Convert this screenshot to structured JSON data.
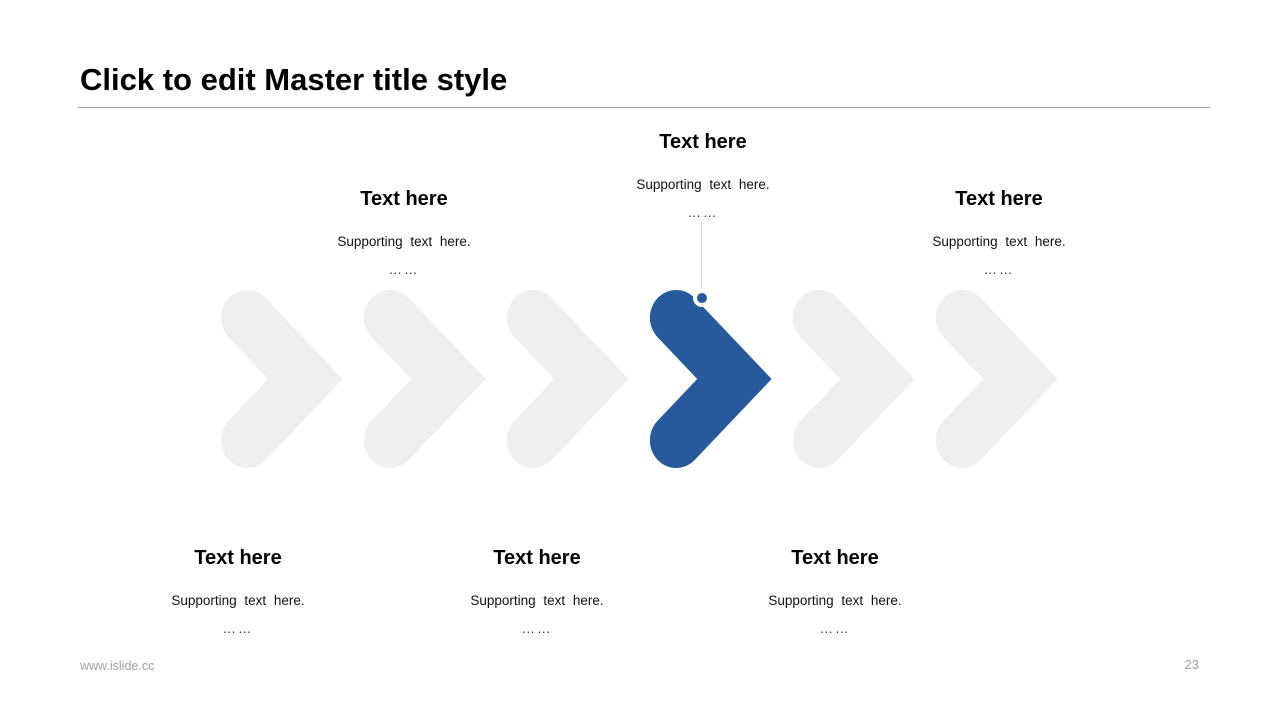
{
  "title": "Click to edit Master title style",
  "blocks": {
    "top": [
      {
        "title": "Text here",
        "support": "Supporting text here.",
        "more": "……"
      },
      {
        "title": "Text here",
        "support": "Supporting text here.",
        "more": "……"
      },
      {
        "title": "Text here",
        "support": "Supporting text here.",
        "more": "……"
      }
    ],
    "bottom": [
      {
        "title": "Text here",
        "support": "Supporting text here.",
        "more": "……"
      },
      {
        "title": "Text here",
        "support": "Supporting text here.",
        "more": "……"
      },
      {
        "title": "Text here",
        "support": "Supporting text here.",
        "more": "……"
      }
    ]
  },
  "arrows": {
    "count": 6,
    "active_index": 4
  },
  "footer": {
    "website": "www.islide.cc",
    "page_number": "23"
  },
  "colors": {
    "accent_blue": "#265A9D",
    "arrow_gray": "#EFEFEF",
    "divider_gray": "#A6A6A6",
    "footer_gray": "#A0A0A0",
    "connector_gray": "#D9D9D9"
  }
}
